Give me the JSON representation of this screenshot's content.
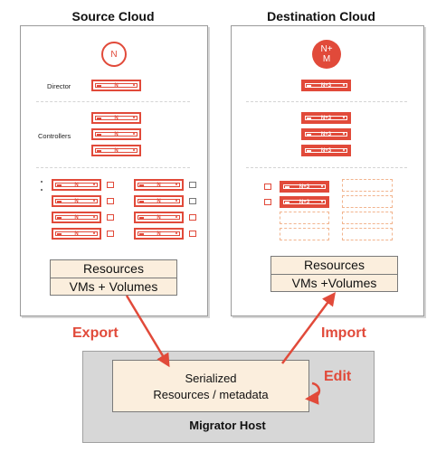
{
  "source": {
    "title": "Source Cloud",
    "node_badge": "N",
    "director_label": "Director",
    "controllers_label": "Controllers",
    "server_label": "N",
    "resources_label": "Resources",
    "vms_label": "VMs + Volumes"
  },
  "destination": {
    "title": "Destination Cloud",
    "node_badge_line1": "N+",
    "node_badge_line2": "M",
    "server_label": "N+3",
    "resources_label": "Resources",
    "vms_label": "VMs +Volumes"
  },
  "flow": {
    "export_label": "Export",
    "import_label": "Import",
    "edit_label": "Edit"
  },
  "migrator": {
    "title": "Migrator Host",
    "serialized_line1": "Serialized",
    "serialized_line2": "Resources / metadata"
  },
  "colors": {
    "accent": "#e14a3a",
    "resource_fill": "#fbeedd",
    "host_fill": "#d7d7d7"
  }
}
